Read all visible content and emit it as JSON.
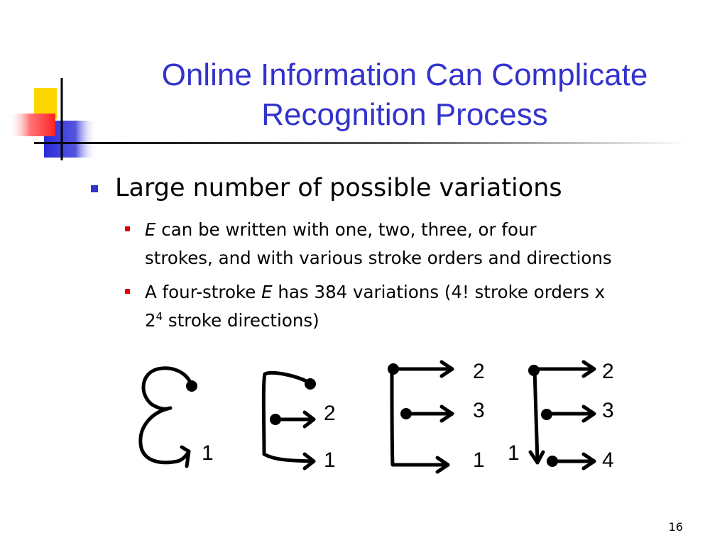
{
  "slide": {
    "title_line1": "Online Information Can Complicate",
    "title_line2": "Recognition Process",
    "bullet_main": "Large number of possible variations",
    "sub1": {
      "letter": "E",
      "line1_rest": " can be written with one, two, three, or four",
      "line2": "strokes, and with various stroke orders and directions"
    },
    "sub2": {
      "prefix": "A four-stroke ",
      "letter": "E",
      "line1_rest": " has 384 variations (4! stroke orders x",
      "base": "2",
      "exponent": "4",
      "line2_rest": " stroke directions)"
    },
    "page_number": "16"
  },
  "figure": {
    "e1_labels": [
      "1"
    ],
    "e2_labels": [
      "2",
      "1"
    ],
    "e3_labels": [
      "2",
      "3",
      "1"
    ],
    "e4_labels": [
      "2",
      "3",
      "1",
      "4"
    ]
  },
  "colors": {
    "title": "#3333cc",
    "bullet_level1": "#3333cc",
    "bullet_level2": "#e00000",
    "deco_yellow": "#ffd700",
    "deco_red": "#ff3333",
    "deco_blue": "#2b2bd6"
  }
}
